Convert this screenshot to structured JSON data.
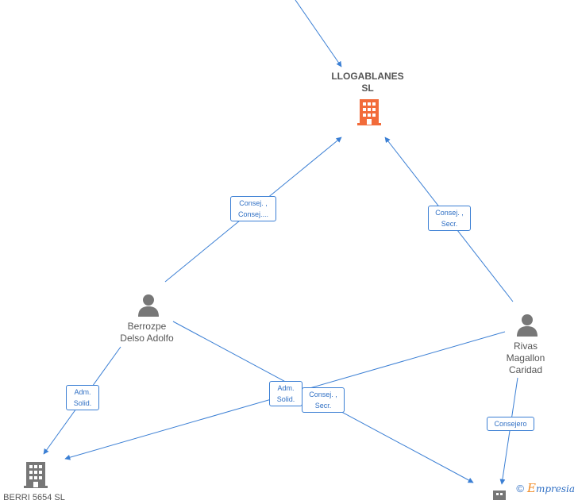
{
  "nodes": {
    "llogablanes": {
      "label_line1": "LLOGABLANES",
      "label_line2": "SL",
      "type": "company",
      "color": "#f26b3a"
    },
    "berrozpe": {
      "label_line1": "Berrozpe",
      "label_line2": "Delso Adolfo",
      "type": "person"
    },
    "rivas": {
      "label_line1": "Rivas",
      "label_line2": "Magallon",
      "label_line3": "Caridad",
      "type": "person"
    },
    "berri": {
      "label": "BERRI 5654 SL",
      "type": "company"
    },
    "bottom_right": {
      "type": "company"
    }
  },
  "edge_labels": {
    "berrozpe_llog": {
      "line1": "Consej. ,",
      "line2": "Consej...."
    },
    "rivas_llog": {
      "line1": "Consej. ,",
      "line2": "Secr."
    },
    "berrozpe_berri": {
      "line1": "Adm.",
      "line2": "Solid."
    },
    "rivas_berri": {
      "line1": "Adm.",
      "line2": "Solid."
    },
    "berrozpe_br": {
      "line1": "Consej. ,",
      "line2": "Secr."
    },
    "rivas_br": {
      "line1": "Consejero"
    }
  },
  "brand": {
    "copyright": "©",
    "name_initial": "E",
    "name_rest": "mpresia"
  },
  "colors": {
    "edge": "#3b7fd4",
    "icon_gray": "#777777",
    "accent": "#f26b3a"
  }
}
